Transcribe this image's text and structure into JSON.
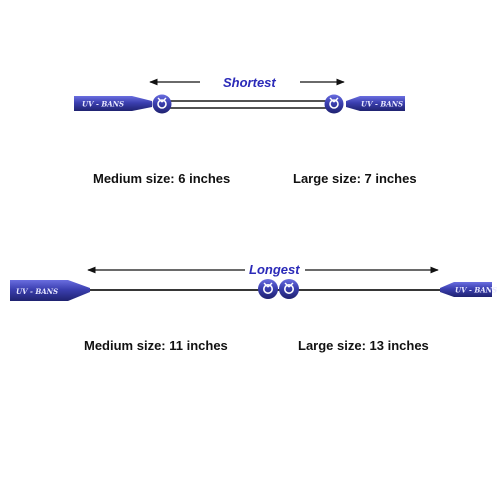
{
  "colors": {
    "strap_blue": "#3b3fb0",
    "strap_dark": "#23267a",
    "tag_text": "#2b2ab8",
    "text": "#111111",
    "cord": "#1a1a1a"
  },
  "short_strap": {
    "tag": "Shortest",
    "brand_left": "UV - BANS",
    "brand_right": "UV - BANS",
    "medium": "Medium size: 6 inches",
    "large": "Large size: 7 inches"
  },
  "long_strap": {
    "tag": "Longest",
    "brand_left": "UV - BANS",
    "brand_right": "UV - BANS",
    "medium": "Medium size: 11 inches",
    "large": "Large size: 13 inches"
  },
  "icons": [
    "arrow-left-icon",
    "arrow-right-icon",
    "slider-bead-icon"
  ]
}
